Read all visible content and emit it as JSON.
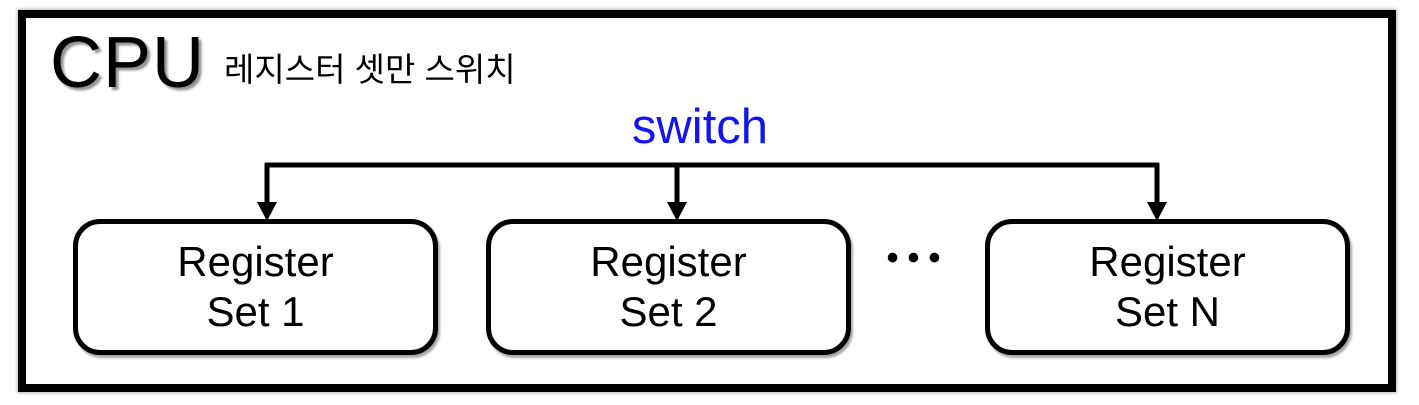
{
  "diagram": {
    "title": "CPU",
    "subtitle": "레지스터 셋만 스위치",
    "switch_label": "switch",
    "ellipsis": "•••",
    "boxes": [
      {
        "line1": "Register",
        "line2": "Set 1"
      },
      {
        "line1": "Register",
        "line2": "Set 2"
      },
      {
        "line1": "Register",
        "line2": "Set N"
      }
    ],
    "colors": {
      "switch_label_blue": "#1414F0",
      "outline_black": "#000000",
      "background_white": "#FFFFFF"
    }
  }
}
